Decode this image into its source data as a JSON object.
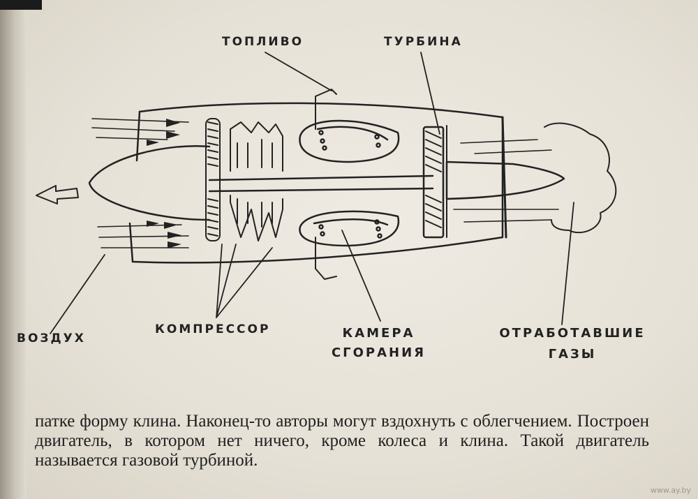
{
  "labels": {
    "fuel": "ТОПЛИВО",
    "turbine": "ТУРБИНА",
    "air": "ВОЗДУХ",
    "compressor": "КОМПРЕССОР",
    "chamber_line1": "КАМЕРА",
    "chamber_line2": "СГОРАНИЯ",
    "exhaust_line1": "ОТРАБОТАВШИЕ",
    "exhaust_line2": "ГАЗЫ"
  },
  "body_text": "патке форму клина. Наконец-то авторы могут вздохнуть с облегчением. Построен двигатель, в котором нет ничего, кроме колеса и клина. Такой двигатель называется газовой турбиной.",
  "watermark": "www.ay.by",
  "colors": {
    "ink": "#222222",
    "paper": "#ebe6dc"
  }
}
